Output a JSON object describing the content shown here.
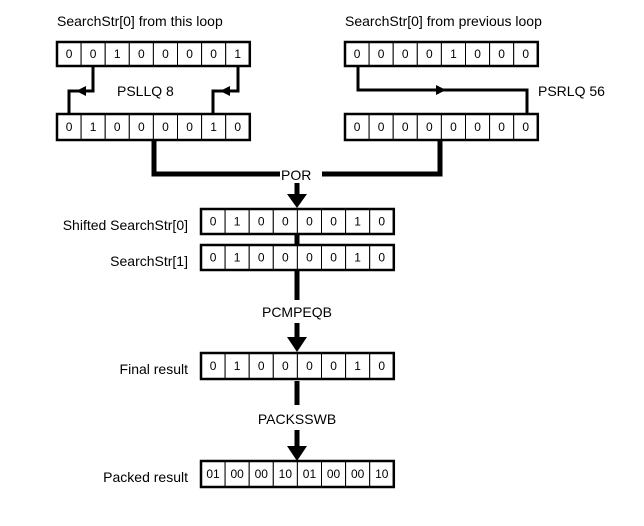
{
  "registers": {
    "this_loop": {
      "label": "SearchStr[0] from this loop",
      "cells": [
        "0",
        "0",
        "1",
        "0",
        "0",
        "0",
        "0",
        "1"
      ]
    },
    "prev_loop": {
      "label": "SearchStr[0] from previous loop",
      "cells": [
        "0",
        "0",
        "0",
        "0",
        "1",
        "0",
        "0",
        "0"
      ]
    },
    "shifted_left": {
      "cells": [
        "0",
        "1",
        "0",
        "0",
        "0",
        "0",
        "1",
        "0"
      ]
    },
    "shifted_right": {
      "cells": [
        "0",
        "0",
        "0",
        "0",
        "0",
        "0",
        "0",
        "0"
      ]
    },
    "shifted_searchstr0": {
      "label": "Shifted SearchStr[0]",
      "cells": [
        "0",
        "1",
        "0",
        "0",
        "0",
        "0",
        "1",
        "0"
      ]
    },
    "searchstr1": {
      "label": "SearchStr[1]",
      "cells": [
        "0",
        "1",
        "0",
        "0",
        "0",
        "0",
        "1",
        "0"
      ]
    },
    "final_result": {
      "label": "Final result",
      "cells": [
        "0",
        "1",
        "0",
        "0",
        "0",
        "0",
        "1",
        "0"
      ]
    },
    "packed_result": {
      "label": "Packed result",
      "cells": [
        "01",
        "00",
        "00",
        "10",
        "01",
        "00",
        "00",
        "10"
      ]
    }
  },
  "operations": {
    "psllq": "PSLLQ 8",
    "psrlq": "PSRLQ 56",
    "por": "POR",
    "pcmpeqb": "PCMPEQB",
    "packsswb": "PACKSSWB"
  }
}
